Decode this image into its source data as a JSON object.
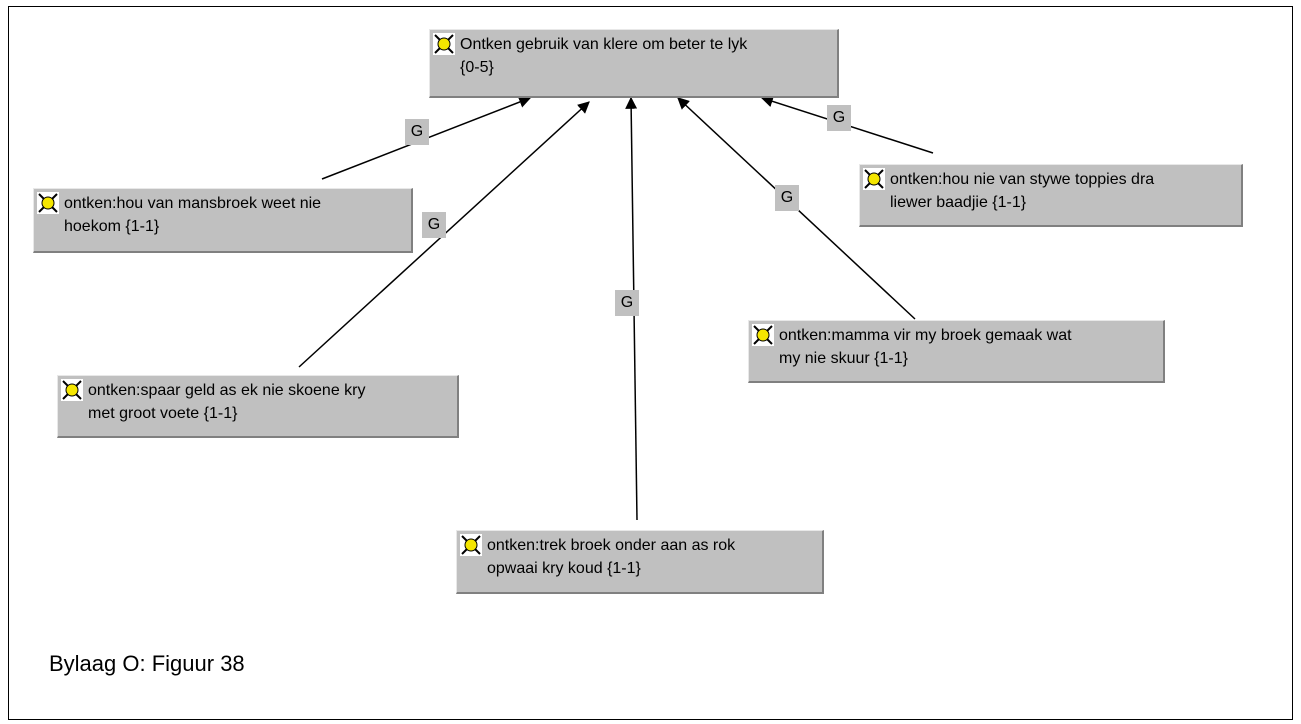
{
  "colors": {
    "node_bg": "#c0c0c0",
    "icon_yellow": "#f5e600",
    "edge": "#000000"
  },
  "icon_name": "network-node-icon",
  "nodes": {
    "root": {
      "text": "Ontken gebruik van klere om beter te lyk\n{0-5}"
    },
    "n1": {
      "text": "ontken:hou van mansbroek weet nie\nhoekom {1-1}"
    },
    "n2": {
      "text": "ontken:hou nie van stywe toppies dra\nliewer baadjie {1-1}"
    },
    "n3": {
      "text": "ontken:spaar geld as ek nie skoene kry\nmet groot voete {1-1}"
    },
    "n4": {
      "text": "ontken:mamma vir my broek gemaak wat\nmy nie skuur {1-1}"
    },
    "n5": {
      "text": "ontken:trek broek onder aan as rok\nopwaai kry koud {1-1}"
    }
  },
  "edges": [
    {
      "from": "n1",
      "to": "root",
      "label": "G"
    },
    {
      "from": "n3",
      "to": "root",
      "label": "G"
    },
    {
      "from": "n5",
      "to": "root",
      "label": "G"
    },
    {
      "from": "n4",
      "to": "root",
      "label": "G"
    },
    {
      "from": "n2",
      "to": "root",
      "label": "G"
    }
  ],
  "caption": "Bylaag O: Figuur 38"
}
